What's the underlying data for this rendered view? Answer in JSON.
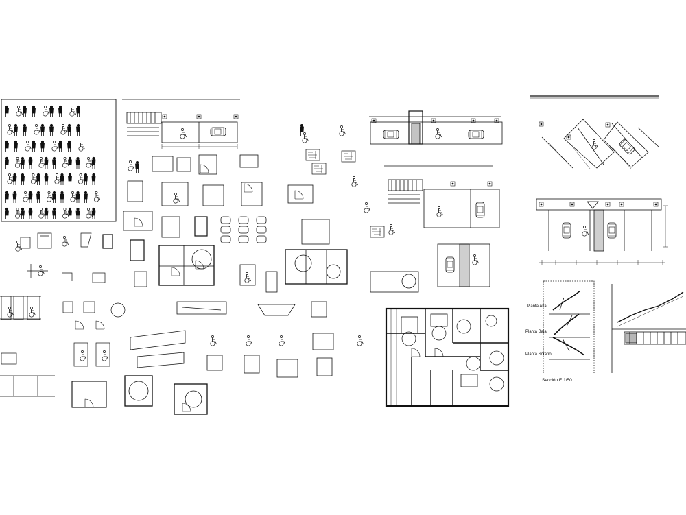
{
  "drawing": {
    "background": "#ffffff",
    "ink": "#111111",
    "icons": [
      "wheelchair-icon",
      "person-icon",
      "car-icon",
      "door-swing-icon",
      "stair-icon"
    ]
  },
  "labels": {
    "section_caption": "Sección E 1/50",
    "level_upper": "Planta Alta",
    "level_mid": "Planta Baja",
    "level_lower": "Planta Sótano"
  }
}
